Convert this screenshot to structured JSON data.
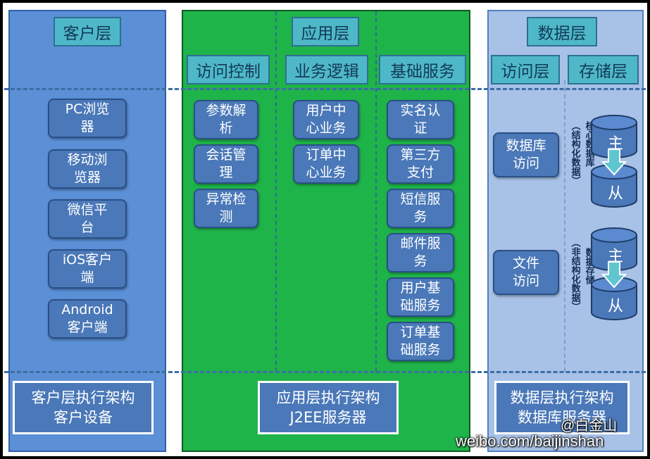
{
  "client_layer": {
    "title": "客户层",
    "items": [
      {
        "line1": "PC浏览",
        "line2": "器"
      },
      {
        "line1": "移动浏",
        "line2": "览器"
      },
      {
        "line1": "微信平",
        "line2": "台"
      },
      {
        "line1": "iOS客户",
        "line2": "端"
      },
      {
        "line1": "Android",
        "line2": "客户端"
      }
    ],
    "footer": {
      "line1": "客户层执行架构",
      "line2": "客户设备"
    }
  },
  "app_layer": {
    "title": "应用层",
    "sections": [
      {
        "title": "访问控制",
        "items": [
          {
            "line1": "参数解",
            "line2": "析"
          },
          {
            "line1": "会话管",
            "line2": "理"
          },
          {
            "line1": "异常检",
            "line2": "测"
          }
        ]
      },
      {
        "title": "业务逻辑",
        "items": [
          {
            "line1": "用户中",
            "line2": "心业务"
          },
          {
            "line1": "订单中",
            "line2": "心业务"
          }
        ]
      },
      {
        "title": "基础服务",
        "items": [
          {
            "line1": "实名认",
            "line2": "证"
          },
          {
            "line1": "第三方",
            "line2": "支付"
          },
          {
            "line1": "短信服",
            "line2": "务"
          },
          {
            "line1": "邮件服",
            "line2": "务"
          },
          {
            "line1": "用户基",
            "line2": "础服务"
          },
          {
            "line1": "订单基",
            "line2": "础服务"
          }
        ]
      }
    ],
    "footer": {
      "line1": "应用层执行架构",
      "line2": "J2EE服务器"
    }
  },
  "data_layer": {
    "title": "数据层",
    "sections": [
      {
        "title": "访问层",
        "items": [
          {
            "line1": "数据库",
            "line2": "访问"
          },
          {
            "line1": "文件",
            "line2": "访问"
          }
        ]
      },
      {
        "title": "存储层",
        "groups": [
          {
            "master": "主",
            "slave": "从",
            "note_a": "核心数据库",
            "note_b": "（结构化数据）"
          },
          {
            "master": "主",
            "slave": "从",
            "note_a": "数据存储",
            "note_b": "（非结构化数据）"
          }
        ]
      }
    ],
    "footer": {
      "line1": "数据层执行架构",
      "line2": "数据库服务器"
    }
  },
  "watermark": "weibo.com/baijinshan",
  "watermark_handle": "@白金山",
  "colors": {
    "client_bg": "#5b8fd6",
    "app_bg": "#1fb44a",
    "data_bg": "#a8c1e6",
    "header_bg": "#4fb8c8",
    "node_bg": "#4a78b8"
  }
}
